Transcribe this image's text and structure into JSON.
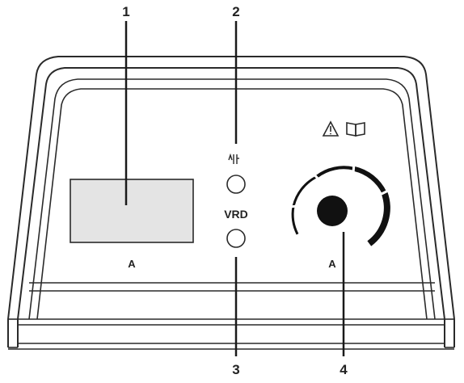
{
  "callouts": [
    {
      "id": "1",
      "label": "1"
    },
    {
      "id": "2",
      "label": "2"
    },
    {
      "id": "3",
      "label": "3"
    },
    {
      "id": "4",
      "label": "4"
    }
  ],
  "panel": {
    "display_unit": "A",
    "knob_unit": "A",
    "vrd_label": "VRD",
    "warning_icon": "warning-triangle-icon",
    "manual_icon": "open-book-icon",
    "thermal_icon": "thermal-overload-icon"
  },
  "colors": {
    "line": "#2a2a2a",
    "display_fill": "#e4e4e4",
    "knob": "#111111"
  }
}
